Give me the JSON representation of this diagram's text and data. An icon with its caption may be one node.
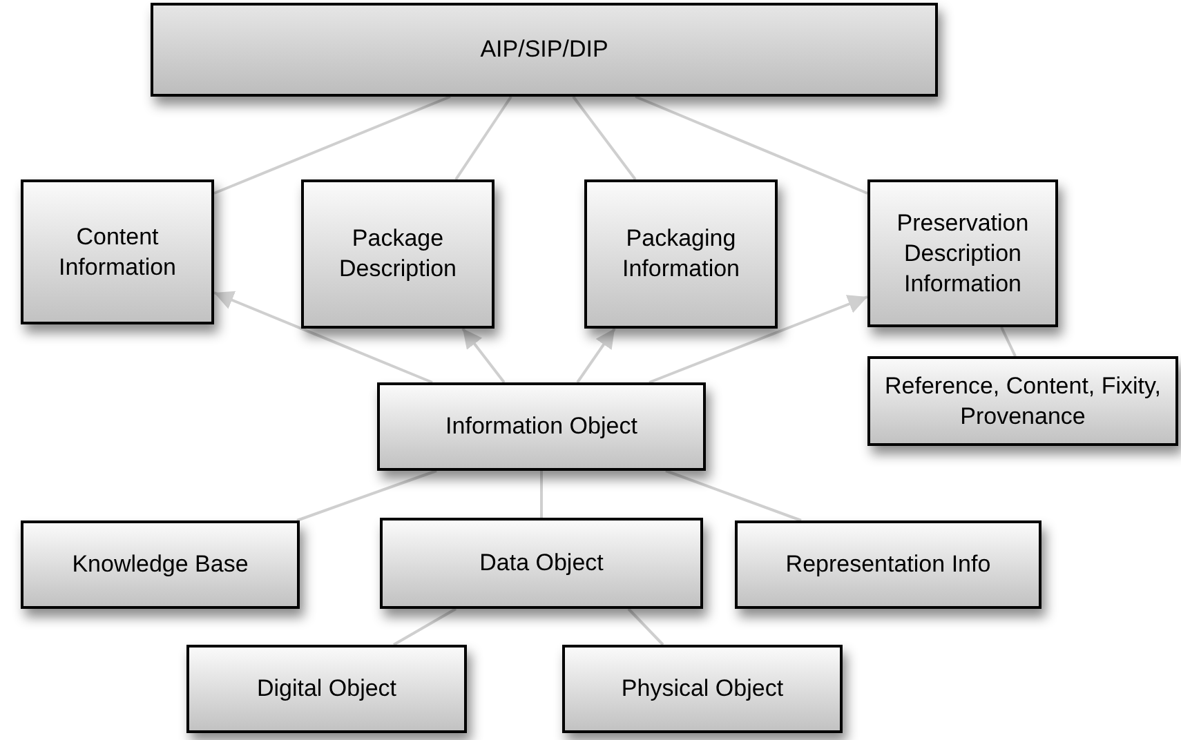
{
  "diagram": {
    "nodes": [
      {
        "text": [
          "AIP/SIP/DIP"
        ]
      },
      {
        "text": [
          "Content Information"
        ]
      },
      {
        "text": [
          "Package Description"
        ]
      },
      {
        "text": [
          "Packaging Information"
        ]
      },
      {
        "text": [
          "Preservation Description Information"
        ]
      },
      {
        "text": [
          "Reference, Content, Fixity, Provenance"
        ]
      },
      {
        "text": [
          "Information Object"
        ]
      },
      {
        "text": [
          "Knowledge Base"
        ]
      },
      {
        "text": [
          "Data Object"
        ]
      },
      {
        "text": [
          "Representation Info"
        ]
      },
      {
        "text": [
          "Digital Object"
        ]
      },
      {
        "text": [
          "Physical Object"
        ]
      }
    ],
    "edges": [
      {
        "from": 0,
        "to": 1,
        "arrow": "none"
      },
      {
        "from": 0,
        "to": 2,
        "arrow": "none"
      },
      {
        "from": 0,
        "to": 3,
        "arrow": "none"
      },
      {
        "from": 0,
        "to": 4,
        "arrow": "none"
      },
      {
        "from": 6,
        "to": 1,
        "arrow": "to"
      },
      {
        "from": 6,
        "to": 2,
        "arrow": "to"
      },
      {
        "from": 6,
        "to": 3,
        "arrow": "to"
      },
      {
        "from": 6,
        "to": 4,
        "arrow": "to"
      },
      {
        "from": 4,
        "to": 5,
        "arrow": "none"
      },
      {
        "from": 6,
        "to": 7,
        "arrow": "none"
      },
      {
        "from": 6,
        "to": 8,
        "arrow": "none"
      },
      {
        "from": 6,
        "to": 9,
        "arrow": "none"
      },
      {
        "from": 8,
        "to": 10,
        "arrow": "none"
      },
      {
        "from": 8,
        "to": 11,
        "arrow": "none"
      }
    ]
  }
}
